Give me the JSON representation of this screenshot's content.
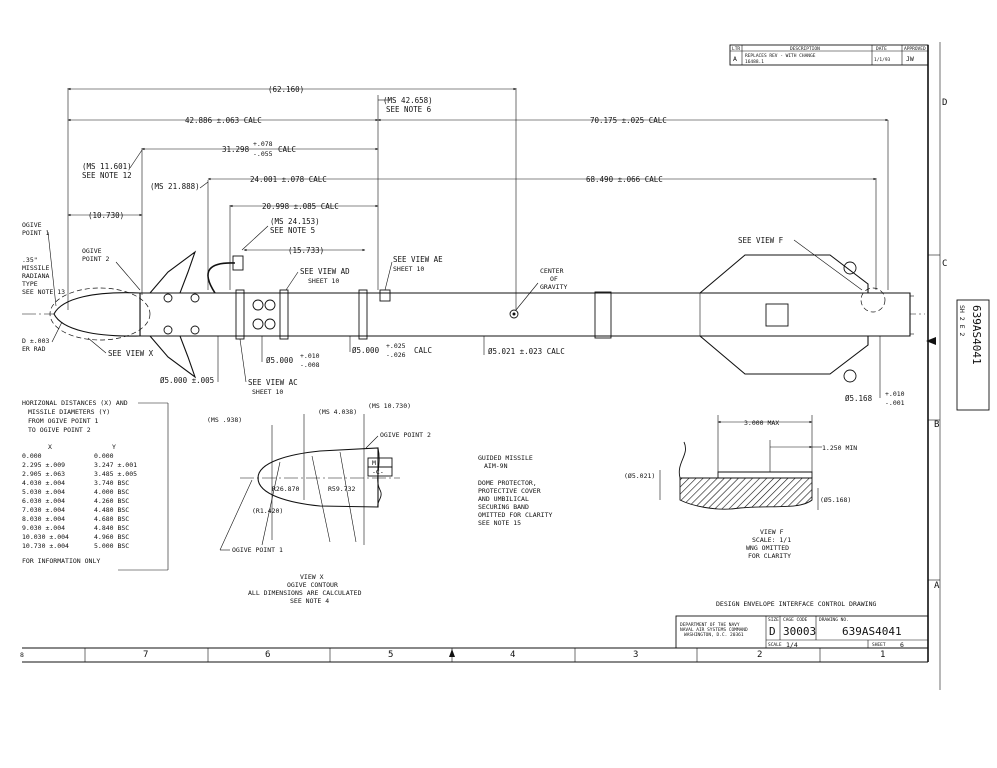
{
  "revision_block": {
    "headers": [
      "LTR",
      "DESCRIPTION",
      "DATE",
      "APPROVED"
    ],
    "rev_letter": "A",
    "rev_desc_1": "REPLACES REV - WITH CHANGE",
    "rev_desc_2": "16488.1",
    "rev_date": "1/1/93",
    "rev_approved": "JW"
  },
  "zones": {
    "rows": [
      "D",
      "C",
      "B",
      "A"
    ],
    "cols": [
      "7",
      "6",
      "5",
      "4",
      "3",
      "2",
      "1"
    ],
    "col_first": "8"
  },
  "side_label": "639AS4041",
  "side_sublabel": "SH 2 E 2",
  "dimensions": {
    "d_62160": "(62.160)",
    "d_ms42658": "(MS 42.658)",
    "d_note6": "SEE NOTE 6",
    "d_42886": "42.886 ±.063 CALC",
    "d_70175": "70.175 ±.025 CALC",
    "d_ms11601": "(MS 11.601)",
    "d_note12": "SEE NOTE 12",
    "d_31298": "31.298",
    "d_31298_tol_up": "+.078",
    "d_31298_tol_dn": "-.055",
    "d_calc": "CALC",
    "d_ms21888": "(MS 21.888)",
    "d_24001": "24.001 ±.078 CALC",
    "d_68490": "68.490 ±.066 CALC",
    "d_10730": "(10.730)",
    "d_20998": "20.998 ±.085 CALC",
    "d_ms24153": "(MS 24.153)",
    "d_note5": "SEE NOTE 5",
    "d_15733": "(15.733)",
    "d_5000a": "Ø5.000",
    "d_5000a_up": "+.010",
    "d_5000a_dn": "-.008",
    "d_5000b": "Ø5.000",
    "d_5000b_up": "+.025",
    "d_5000b_dn": "-.026",
    "d_5000b_calc": "CALC",
    "d_5021": "Ø5.021 ±.023 CALC",
    "d_5000c": "Ø5.000 ±.005",
    "d_5168": "Ø5.168",
    "d_5168_up": "+.010",
    "d_5168_dn": "-.001"
  },
  "callouts": {
    "ogive_pt1_a": "OGIVE",
    "ogive_pt1_b": "POINT 1",
    "ogive_pt2_a": "OGIVE",
    "ogive_pt2_b": "POINT 2",
    "left_1": ".35\"",
    "left_2": "MISSILE",
    "left_3": "RADIANA",
    "left_4": "TYPE",
    "left_5": "SEE NOTE 13",
    "left_6": "D ±.003",
    "left_7": "ER RAD",
    "see_view_x": "SEE VIEW X",
    "see_view_ad": "SEE VIEW AD",
    "see_view_ad_sheet": "SHEET 10",
    "see_view_ae": "SEE VIEW AE",
    "see_view_ae_sheet": "SHEET 10",
    "see_view_ac": "SEE VIEW AC",
    "see_view_ac_sheet": "SHEET 10",
    "cg_1": "CENTER",
    "cg_2": "OF",
    "cg_3": "GRAVITY",
    "see_view_f": "SEE VIEW F"
  },
  "table": {
    "heading": [
      "HORIZONAL DISTANCES (X) AND",
      "MISSILE DIAMETERS (Y)",
      "FROM OGIVE POINT 1",
      "TO OGIVE POINT 2"
    ],
    "col_x": "X",
    "col_y": "Y",
    "rows": [
      [
        "0.000",
        "0.000"
      ],
      [
        "2.295 ±.009",
        "3.247 ±.001"
      ],
      [
        "2.905 ±.063",
        "3.485 ±.005"
      ],
      [
        "4.030 ±.004",
        "3.740 BSC"
      ],
      [
        "5.030 ±.004",
        "4.000 BSC"
      ],
      [
        "6.030 ±.004",
        "4.260 BSC"
      ],
      [
        "7.030 ±.004",
        "4.480 BSC"
      ],
      [
        "8.030 ±.004",
        "4.680 BSC"
      ],
      [
        "9.030 ±.004",
        "4.840 BSC"
      ],
      [
        "10.030 ±.004",
        "4.960 BSC"
      ],
      [
        "10.730 ±.004",
        "5.000 BSC"
      ]
    ],
    "footer": "FOR INFORMATION ONLY"
  },
  "view_x": {
    "ms938": "(MS .938)",
    "ms4038": "(MS 4.038)",
    "ms10730": "(MS 10.730)",
    "ogive_pt2": "OGIVE POINT 2",
    "r26870": "R26.870",
    "r59732": "R59.732",
    "r1420": "(R1.420)",
    "ogive_pt1": "OGIVE POINT 1",
    "title": "VIEW X",
    "title_2": "OGIVE CONTOUR",
    "title_3": "ALL DIMENSIONS ARE CALCULATED",
    "title_4": "SEE NOTE 4",
    "fcf_1": "M",
    "fcf_2": "-C-"
  },
  "missile_note": {
    "line1": "GUIDED MISSILE",
    "line2": "AIM-9N",
    "line3": "DOME PROTECTOR,",
    "line4": "PROTECTIVE COVER",
    "line5": "AND UMBILICAL",
    "line6": "SECURING BAND",
    "line7": "OMITTED FOR CLARITY",
    "line8": "SEE NOTE 15"
  },
  "view_f": {
    "d3000": "3.000 MAX",
    "d1250": "1.250 MIN",
    "d5021": "(Ø5.021)",
    "d5168": "(Ø5.168)",
    "title": "VIEW F",
    "scale": "SCALE: 1/1",
    "wing": "WNG OMITTED",
    "clarity": "FOR CLARITY"
  },
  "title_block": {
    "title": "DESIGN ENVELOPE INTERFACE CONTROL DRAWING",
    "agency_1": "DEPARTMENT OF THE NAVY",
    "agency_2": "NAVAL AIR SYSTEMS COMMAND",
    "agency_3": "WASHINGTON, D.C. 20361",
    "size_label": "SIZE",
    "size": "D",
    "cage_label": "CAGE CODE",
    "cage": "30003",
    "dwg_label": "DRAWING NO.",
    "dwg": "639AS4041",
    "scale_label": "SCALE",
    "scale": "1/4",
    "sheet_label": "SHEET",
    "sheet": "6"
  }
}
